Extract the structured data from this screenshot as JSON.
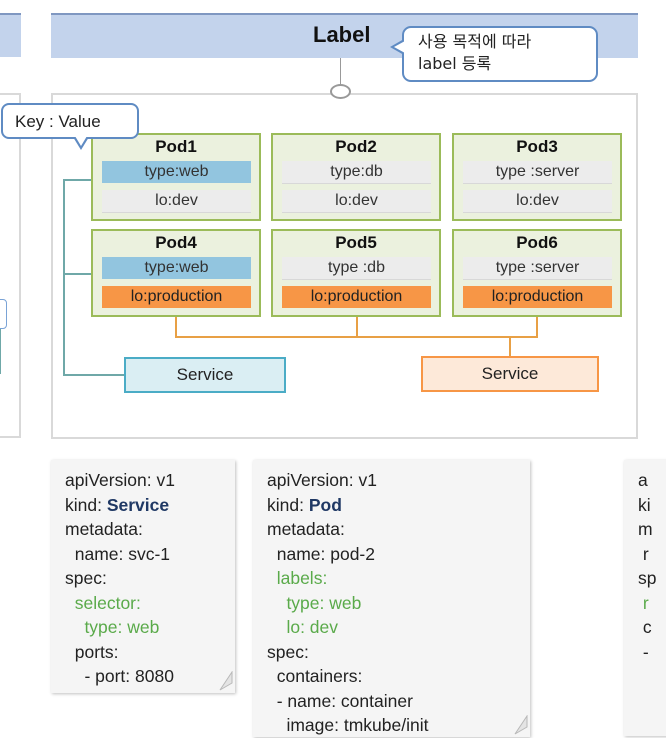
{
  "header": {
    "title": "Label",
    "callout_line1": "사용 목적에 따라",
    "callout_line2": "label 등록"
  },
  "key_value_callout": "Key : Value",
  "pods": [
    {
      "name": "Pod1",
      "tag1": "type:web",
      "tag2": "lo:dev"
    },
    {
      "name": "Pod2",
      "tag1": "type:db",
      "tag2": "lo:dev"
    },
    {
      "name": "Pod3",
      "tag1": "type :server",
      "tag2": "lo:dev"
    },
    {
      "name": "Pod4",
      "tag1": "type:web",
      "tag2": "lo:production"
    },
    {
      "name": "Pod5",
      "tag1": "type :db",
      "tag2": "lo:production"
    },
    {
      "name": "Pod6",
      "tag1": "type :server",
      "tag2": "lo:production"
    }
  ],
  "services": {
    "web_service": "Service",
    "production_service": "Service"
  },
  "colors": {
    "pod_fill": "#ebf1de",
    "pod_border": "#9bbb59",
    "web_tag": "#92c5df",
    "production_tag": "#f79646",
    "header_bar": "#c3d3ec"
  },
  "yaml_service": {
    "l1": "apiVersion: v1",
    "kind_key": "kind: ",
    "kind_val": "Service",
    "l3": "metadata:",
    "l4": "  name: svc-1",
    "l5": "spec:",
    "l6": "  selector:",
    "l7": "    type: web",
    "l8": "  ports:",
    "l9": "    - port: 8080"
  },
  "yaml_pod": {
    "l1": "apiVersion: v1",
    "kind_key": "kind: ",
    "kind_val": "Pod",
    "l3": "metadata:",
    "l4": "  name: pod-2",
    "l5": "  labels:",
    "l6": "    type: web",
    "l7": "    lo: dev",
    "l8": "spec:",
    "l9": "  containers:",
    "l10": "  - name: container",
    "l11": "    image: tmkube/init"
  },
  "yaml_partial": {
    "l1": "a",
    "l2": "ki",
    "l3": "m",
    "l4": " r",
    "l5": "sp",
    "l6": " r",
    "l7": "",
    "l8": "",
    "l9": " c",
    "l10": " -"
  }
}
